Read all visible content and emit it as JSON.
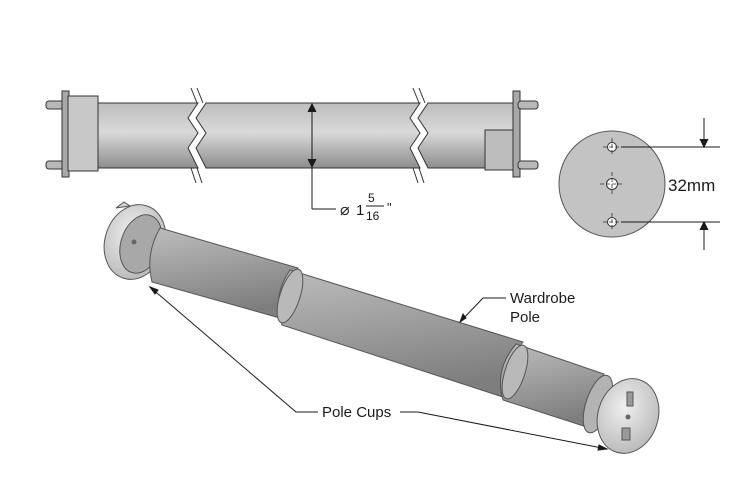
{
  "diameter_dimension": {
    "symbol": "⌀",
    "whole": "1",
    "numerator": "5",
    "denominator": "16",
    "unit": "\""
  },
  "hole_spacing_label": "32mm",
  "callouts": {
    "pole_line1": "Wardrobe",
    "pole_line2": "Pole",
    "cups": "Pole Cups"
  },
  "colors": {
    "pole_body": "#a9a9a9",
    "pole_highlight": "#d6d6d6",
    "pole_shadow": "#7c7c7c",
    "cup": "#c4c4c4",
    "flange": "#b0b0b0",
    "line": "#1a1a1a"
  }
}
